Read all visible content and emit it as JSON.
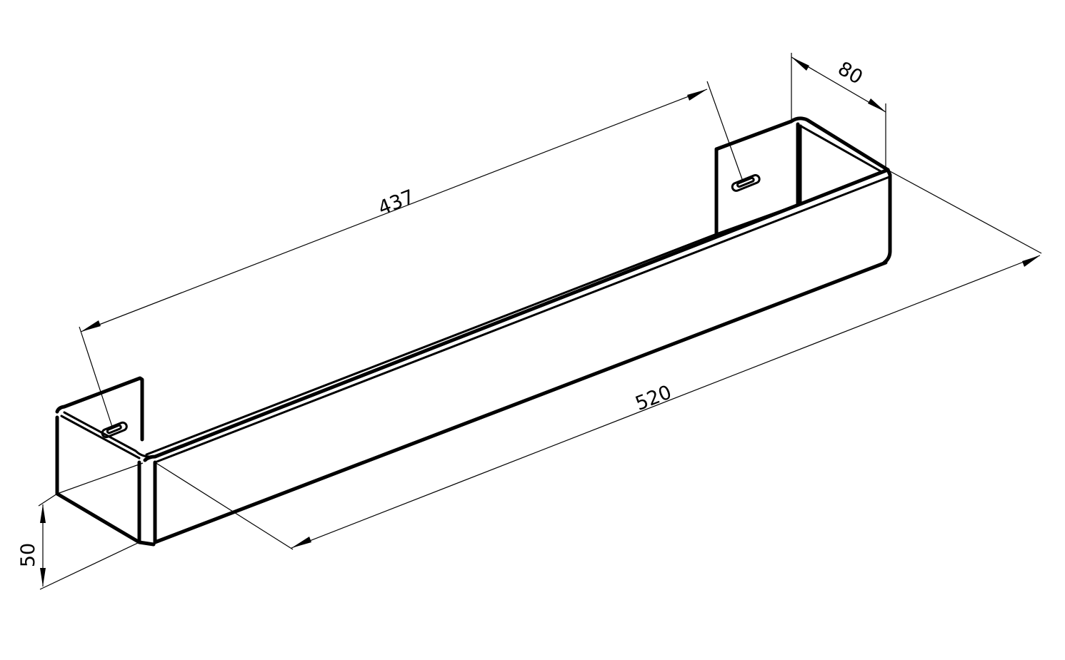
{
  "dimensions": {
    "overall_length": "520",
    "slot_spacing": "437",
    "depth": "80",
    "height": "50"
  }
}
